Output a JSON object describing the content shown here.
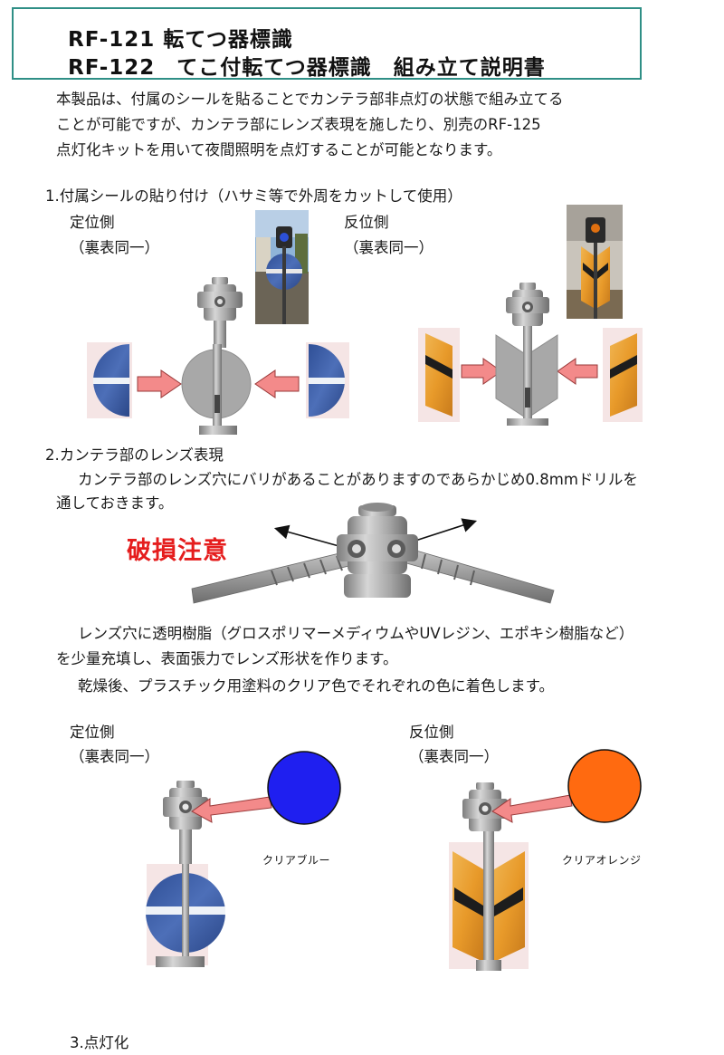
{
  "title": {
    "line1": "RF-121 転てつ器標識",
    "line2": "RF-122　てこ付転てつ器標識　組み立て説明書"
  },
  "intro": {
    "line1": "本製品は、付属のシールを貼ることでカンテラ部非点灯の状態で組み立てる",
    "line2": "ことが可能ですが、カンテラ部にレンズ表現を施したり、別売のRF-125",
    "line3": "点灯化キットを用いて夜間照明を点灯することが可能となります。"
  },
  "section1": {
    "heading": "1.付属シールの貼り付け（ハサミ等で外周をカットして使用）",
    "normal_label": "定位側",
    "normal_sub": "（裏表同一）",
    "reverse_label": "反位側",
    "reverse_sub": "（裏表同一）"
  },
  "section2": {
    "heading": "2.カンテラ部のレンズ表現",
    "line1": "カンテラ部のレンズ穴にバリがあることがありますのであらかじめ0.8mmドリルを",
    "line2": "通しておきます。",
    "warning": "破損注意",
    "line3": "レンズ穴に透明樹脂（グロスポリマーメディウムやUVレジン、エポキシ樹脂など）",
    "line4": "を少量充填し、表面張力でレンズ形状を作ります。",
    "line5": "乾燥後、プラスチック用塗料のクリア色でそれぞれの色に着色します。",
    "normal_label": "定位側",
    "normal_sub": "（裏表同一）",
    "reverse_label": "反位側",
    "reverse_sub": "（裏表同一）",
    "blue_label": "クリアブルー",
    "orange_label": "クリアオレンジ"
  },
  "section3": {
    "heading": "3.点灯化"
  },
  "colors": {
    "title_border": "#2f8f86",
    "warning": "#e51d1d",
    "arrow_fill": "#f38a8a",
    "lens_blue": "#1f1ff0",
    "lens_orange": "#ff6a10",
    "sticker_blue": "#3a5fa8",
    "sticker_orange": "#e8a43a",
    "model_gray": "#a9a9a9"
  }
}
